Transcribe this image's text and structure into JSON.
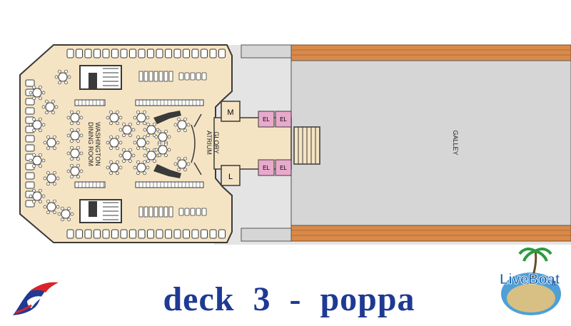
{
  "title": "deck  3  -  poppa",
  "rooms": {
    "dining": [
      "WASHINGTON",
      "DINING ROOM"
    ],
    "atrium": [
      "GLORY",
      "ATRIUM"
    ],
    "galley": "GALLEY",
    "elevator": "EL",
    "m": "M",
    "l": "L"
  },
  "watermark": {
    "brand": "LiveBoat",
    "domain": ".it"
  },
  "colors": {
    "floor": "#f5e4c3",
    "outline": "#3a3a3a",
    "galley": "#d6d6d6",
    "deck_wood": "#d98a4a",
    "elevator": "#e9a9cc",
    "title": "#1f3a93"
  }
}
